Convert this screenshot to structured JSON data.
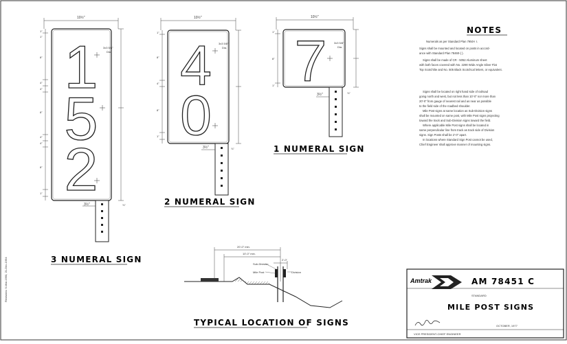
{
  "drawing": {
    "revision_note": "Revisions: 9-Mar-1990, 21-Dec-1994",
    "sign3": {
      "title": "3 NUMERAL SIGN",
      "numerals": [
        "1",
        "5",
        "2"
      ],
      "width_dim": "10½\"",
      "post_dim": "3½\"",
      "hole_note": "3x3 5/8\"",
      "hole_note_2": "Dia.",
      "dims": [
        "1\"",
        "1\"",
        "8\"",
        "4\"",
        "4\"",
        "8\"",
        "4\"",
        "4\"",
        "8\"",
        "1\""
      ],
      "post_side_dim": "⅞\""
    },
    "sign2": {
      "title": "2 NUMERAL SIGN",
      "numerals": [
        "4",
        "0"
      ],
      "width_dim": "10½\"",
      "post_dim": "3½\"",
      "hole_note": "3x3 5/8\"",
      "hole_note_2": "Dia.",
      "dims": [
        "1\"",
        "8\"",
        "4\"",
        "8\"",
        "1\""
      ],
      "post_side_dim": "⅞\""
    },
    "sign1": {
      "title": "1 NUMERAL SIGN",
      "numerals": [
        "7"
      ],
      "width_dim": "10½\"",
      "post_dim": "3½\"",
      "hole_note": "3x3 5/8\"",
      "hole_note_2": "Dia.",
      "dims": [
        "1\"",
        "8\"",
        "1\""
      ],
      "post_side_dim": "⅞\""
    },
    "location": {
      "title": "TYPICAL LOCATION OF SIGNS",
      "dim_top": "20'-0\" min.",
      "dim_mid": "10'-0\" min.",
      "dim_post": "2'-0\"",
      "label_subdiv": "Sub-Division",
      "label_milepost": "Mile Post",
      "label_division": "Division"
    },
    "notes": {
      "heading": "NOTES",
      "subheading": "Numerals as per Standard Plan 7950-I I.",
      "lines": [
        "Signs shall be mounted and located on posts in accord-",
        "ance with Standard Plan 78460-( ).",
        "Signs shall be made of CR - 5052 Aluminum sheet",
        "with both faces covered with No. 2290 Wide Angle Silver Flat",
        "Top Scotchlite and No. 505 Black Scotchcal letters, or equivalent.",
        "",
        "Signs shall be located on right hand side of railroad",
        "going north and west, but not less than 10'-0\" nor more than",
        "20'-0\" from gauge of nearest rail and as near as possible",
        "to the field side of the roadbed shoulder.",
        "Mile Post signs at same location as Sub-Division signs",
        "shall be mounted on same post, with Mile Post signs projecting",
        "toward the track and Sub-Division signs toward the field.",
        "Where applicable Mile Post signs shall be located in",
        "same perpendicular line from track as track side of Division",
        "signs. Sign Posts shall be 2'-0\" apart.",
        "In locations where Standard Sign Post cannot be used,",
        "Chief Engineer shall approve manner of mounting signs."
      ]
    },
    "title_block": {
      "logo": "Amtrak",
      "plan_number": "AM 78451 C",
      "standard_label": "STANDARD",
      "name": "MILE POST SIGNS",
      "date": "OCTOBER, 1977",
      "approver": "VICE PRESIDENT-CHIEF ENGINEER"
    }
  }
}
